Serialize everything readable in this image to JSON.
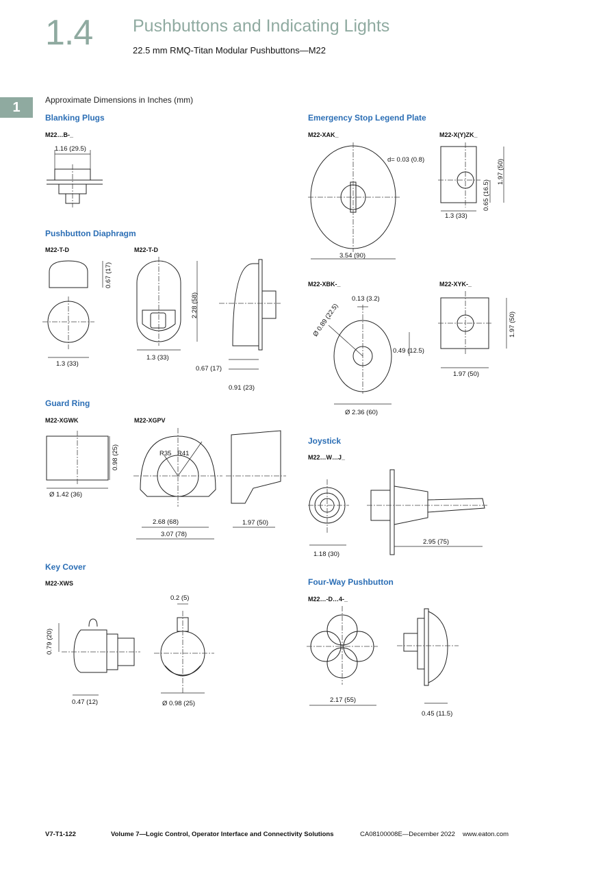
{
  "header": {
    "section_number": "1.4",
    "title": "Pushbuttons and Indicating Lights",
    "subtitle": "22.5 mm RMQ-Titan Modular Pushbuttons—M22",
    "tab_number": "1"
  },
  "intro": "Approximate Dimensions in Inches (mm)",
  "sections": {
    "blanking": {
      "heading": "Blanking Plugs",
      "model": "M22…B-_",
      "dims": {
        "w": "1.16 (29.5)"
      }
    },
    "diaphragm": {
      "heading": "Pushbutton Diaphragm",
      "model_a": "M22-T-D",
      "model_b": "M22-T-D",
      "dims": {
        "h1": "0.67 (17)",
        "w1": "1.3 (33)",
        "h2": "2.28 (58)",
        "w2": "1.3 (33)",
        "d1": "0.67 (17)",
        "d2": "0.91 (23)"
      }
    },
    "guard": {
      "heading": "Guard Ring",
      "model_a": "M22-XGWK",
      "model_b": "M22-XGPV",
      "dims": {
        "h1": "0.98 (25)",
        "d1": "Ø 1.42 (36)",
        "r1": "R35",
        "r2": "R41",
        "w1": "2.68 (68)",
        "w2": "3.07 (78)",
        "w3": "1.97 (50)"
      }
    },
    "keycover": {
      "heading": "Key Cover",
      "model": "M22-XWS",
      "dims": {
        "h1": "0.79 (20)",
        "w1": "0.47 (12)",
        "t1": "0.2 (5)",
        "d1": "Ø 0.98 (25)"
      }
    },
    "estop": {
      "heading": "Emergency Stop Legend Plate",
      "model_a": "M22-XAK_",
      "model_b": "M22-X(Y)ZK_",
      "dims": {
        "d": "d= 0.03 (0.8)",
        "w1": "3.54 (90)",
        "h1": "1.97 (50)",
        "h2": "0.65 (16.5)",
        "w2": "1.3 (33)"
      }
    },
    "xbk": {
      "model_a": "M22-XBK-_",
      "model_b": "M22-XYK-_",
      "dims": {
        "t1": "0.13 (3.2)",
        "d1": "Ø 0.89 (22.5)",
        "h1": "0.49 (12.5)",
        "d2": "Ø 2.36 (60)",
        "h2": "1.97 (50)",
        "w2": "1.97 (50)"
      }
    },
    "joystick": {
      "heading": "Joystick",
      "model": "M22…W…J_",
      "dims": {
        "w1": "1.18 (30)",
        "w2": "2.95 (75)"
      }
    },
    "fourway": {
      "heading": "Four-Way Pushbutton",
      "model": "M22…-D…4-_",
      "dims": {
        "w1": "2.17 (55)",
        "w2": "0.45 (11.5)"
      }
    }
  },
  "footer": {
    "page": "V7-T1-122",
    "volume": "Volume 7—Logic Control, Operator Interface and Connectivity Solutions",
    "catalog": "CA08100008E—December 2022",
    "url": "www.eaton.com"
  }
}
